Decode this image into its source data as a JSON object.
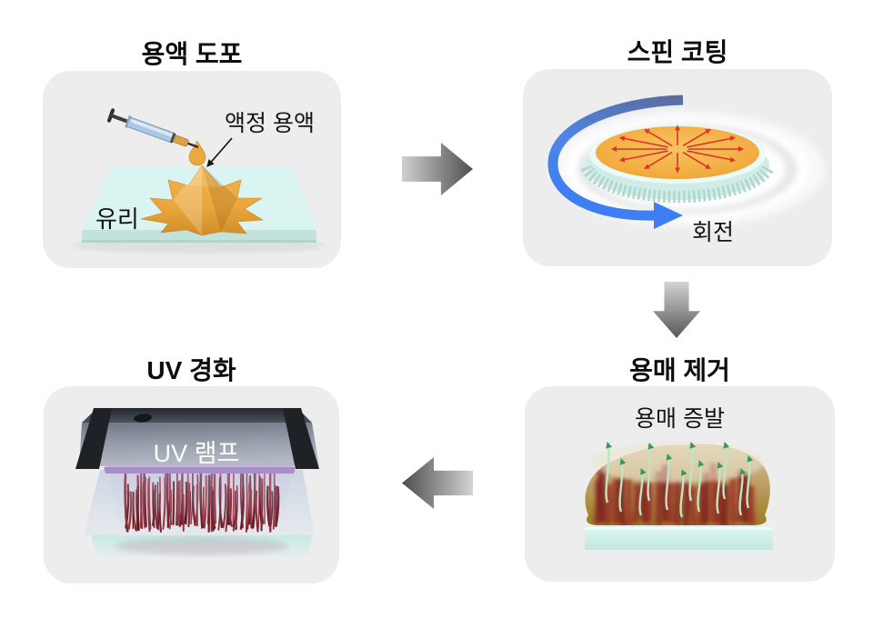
{
  "diagram": {
    "description_names": [
      "solution-application",
      "spin-coating",
      "solvent-removal",
      "uv-curing"
    ],
    "steps": [
      {
        "id": "solution-application",
        "title": "용액 도포",
        "labels": {
          "glass": "유리",
          "solution": "액정 용액"
        }
      },
      {
        "id": "spin-coating",
        "title": "스핀 코팅",
        "labels": {
          "rotation": "회전"
        }
      },
      {
        "id": "solvent-removal",
        "title": "용매 제거",
        "labels": {
          "evaporation": "용매 증발"
        }
      },
      {
        "id": "uv-curing",
        "title": "UV 경화",
        "labels": {
          "lamp": "UV 램프"
        }
      }
    ],
    "flow_arrows": [
      {
        "name": "flow-arrow-right-icon",
        "direction": "right",
        "from": "용액 도포",
        "to": "스핀 코팅"
      },
      {
        "name": "flow-arrow-down-icon",
        "direction": "down",
        "from": "스핀 코팅",
        "to": "용매 제거"
      },
      {
        "name": "flow-arrow-left-icon",
        "direction": "left",
        "from": "용매 제거",
        "to": "UV 경화"
      }
    ],
    "colors": {
      "background": "#ffffff",
      "panel_bg": "#ededee",
      "flow_arrow_light": "#d2d2d2",
      "flow_arrow_dark": "#4e4e4e",
      "solution_orange": "#eda93f",
      "glass_cyan": "#d9f4f0",
      "syringe_blue": "#a9c8e6",
      "rotation_blue": "#3f7ef2",
      "radial_arrow_red": "#e0312a",
      "evaporation_green": "#2f9e50",
      "film_amber": "#ab8a3a",
      "pillar_red": "#7b2230",
      "lamp_gray": "#8b92a0",
      "uv_strip_purple": "#a78fc6",
      "substrate_teal": "#c6ebe4"
    }
  }
}
